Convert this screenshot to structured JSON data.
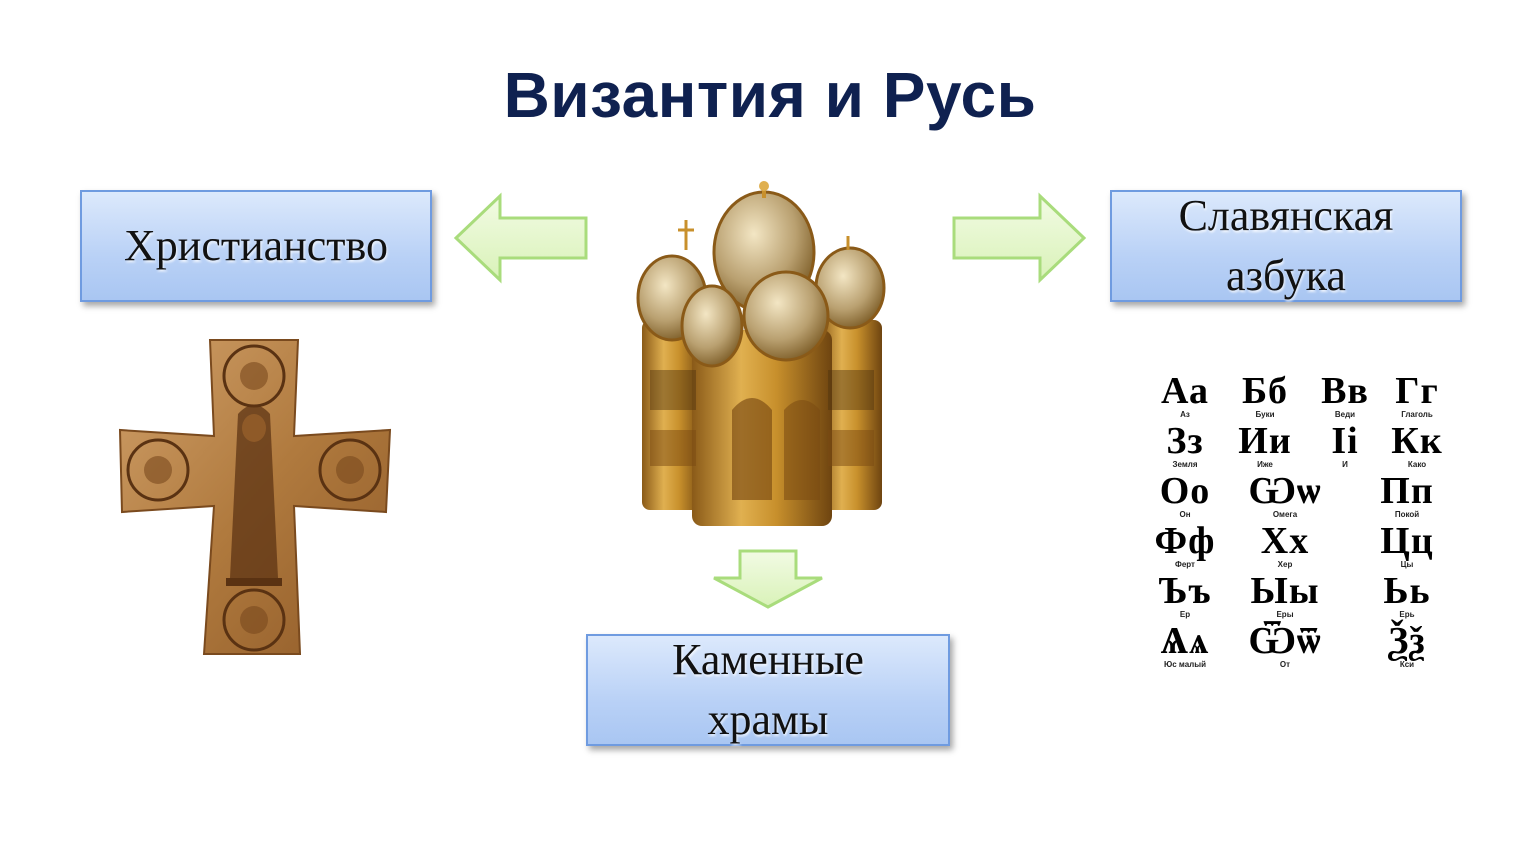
{
  "title": "Византия и Русь",
  "boxes": {
    "christianity": "Христианство",
    "alphabet_line1": "Славянская",
    "alphabet_line2": "азбука",
    "temples_line1": "Каменные",
    "temples_line2": "храмы"
  },
  "colors": {
    "title": "#0f2150",
    "box_fill_top": "#dce9fc",
    "box_fill_bottom": "#a9c6f2",
    "box_border": "#6f9be0",
    "arrow_fill": "#e6f7c8",
    "arrow_stroke": "#a9dc7c",
    "bronze": "#b07a3e"
  },
  "images": {
    "cross": "byzantine-bronze-cross-image",
    "church": "golden-church-reliquary-image",
    "alphabet": "old-slavonic-alphabet-chart-image"
  },
  "alphabet": [
    {
      "letters": "Аа",
      "name": "Аз"
    },
    {
      "letters": "Бб",
      "name": "Буки"
    },
    {
      "letters": "Вв",
      "name": "Веди"
    },
    {
      "letters": "Гг",
      "name": "Глаголь"
    },
    {
      "letters": "Зз",
      "name": "Земля"
    },
    {
      "letters": "Ии",
      "name": "Иже"
    },
    {
      "letters": "Іі",
      "name": "И"
    },
    {
      "letters": "Кк",
      "name": "Како"
    },
    {
      "letters": "Оо",
      "name": "Он"
    },
    {
      "letters": "Ѡѡ",
      "name": "Омега"
    },
    {
      "letters": "Пп",
      "name": "Покой"
    },
    {
      "letters": "Фф",
      "name": "Ферт"
    },
    {
      "letters": "Хх",
      "name": "Хер"
    },
    {
      "letters": "Цц",
      "name": "Цы"
    },
    {
      "letters": "Ъъ",
      "name": "Ер"
    },
    {
      "letters": "Ыы",
      "name": "Еры"
    },
    {
      "letters": "Ьь",
      "name": "Ерь"
    },
    {
      "letters": "Ѧѧ",
      "name": "Юс малый"
    },
    {
      "letters": "Ѿѿ",
      "name": "От"
    },
    {
      "letters": "Ѯѯ",
      "name": "Кси"
    }
  ]
}
